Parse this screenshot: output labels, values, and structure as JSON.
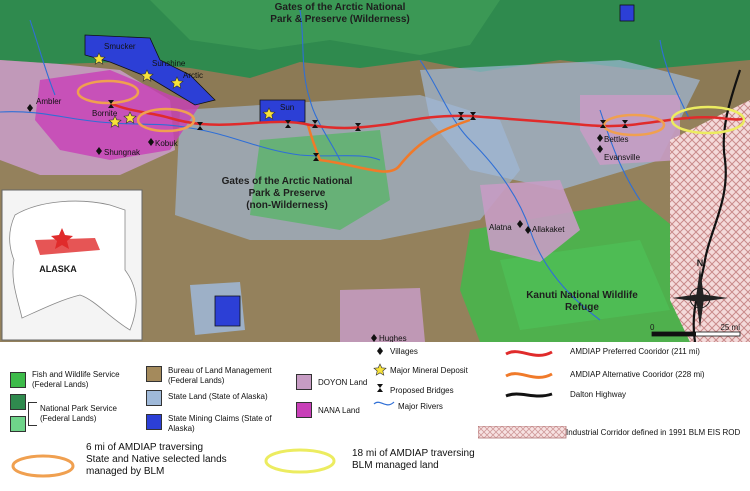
{
  "map": {
    "labels": {
      "park_wilderness": [
        "Gates of the Arctic National",
        "Park & Preserve (Wilderness)"
      ],
      "park_nonwilderness": [
        "Gates of the Arctic National",
        "Park & Preserve",
        "(non-Wilderness)"
      ],
      "kanuti": [
        "Kanuti National Wildlife",
        "Refuge"
      ],
      "inset_state": "ALASKA"
    },
    "places": {
      "ambler": "Ambler",
      "kobuk": "Kobuk",
      "shungnak": "Shungnak",
      "evansville": "Evansville",
      "bettles": "Bettles",
      "alatna": "Alatna",
      "allakaket": "Allakaket",
      "hughes": "Hughes"
    },
    "minerals": {
      "smucker": "Smucker",
      "sunshine": "Sunshine",
      "arctic": "Arctic",
      "bornite": "Bornite",
      "sun": "Sun"
    },
    "scale": {
      "zero": "0",
      "end": "25 mi"
    },
    "compass": {
      "north": "N"
    }
  },
  "legend": {
    "fws": [
      "Fish and Wildlife Service",
      "(Federal Lands)"
    ],
    "nps": [
      "National Park Service",
      "(Federal Lands)"
    ],
    "blm": [
      "Bureau of  Land Management",
      "(Federal Lands)"
    ],
    "state_land": "State Land (State of Alaska)",
    "state_mining": [
      "State Mining Claims (State of",
      "Alaska)"
    ],
    "doyon": "DOYON Land",
    "nana": "NANA Land",
    "villages": "Villages",
    "mineral_deposit": "Major Mineral Deposit",
    "bridges": "Proposed Bridges",
    "rivers": "Major Rivers",
    "preferred": "AMDIAP Preferred Cooridor (211 mi)",
    "alternative": "AMDIAP Alternative Cooridor (228 mi)",
    "dalton": "Dalton Highway",
    "industrial": "Industrial Corridor defined in 1991 BLM EIS ROD",
    "orange_note": [
      "6 mi of AMDIAP traversing",
      "State and Native selected lands",
      "managed by BLM"
    ],
    "yellow_note": [
      "18 mi of AMDIAP traversing",
      "BLM managed land"
    ]
  },
  "colors": {
    "fws": "#3dbb4a",
    "nps_dark": "#2f8a4e",
    "nps_light": "#6fd48a",
    "blm": "#a48a5c",
    "state_land": "#9fb9d9",
    "state_mining": "#2c3fd6",
    "doyon": "#c79cc4",
    "nana": "#c83fb8",
    "preferred": "#e02b2b",
    "alternative": "#f07a2a",
    "dalton": "#111111",
    "orange_ellipse": "#f0a050",
    "yellow_ellipse": "#ecec60",
    "river": "#2f6fd6"
  }
}
